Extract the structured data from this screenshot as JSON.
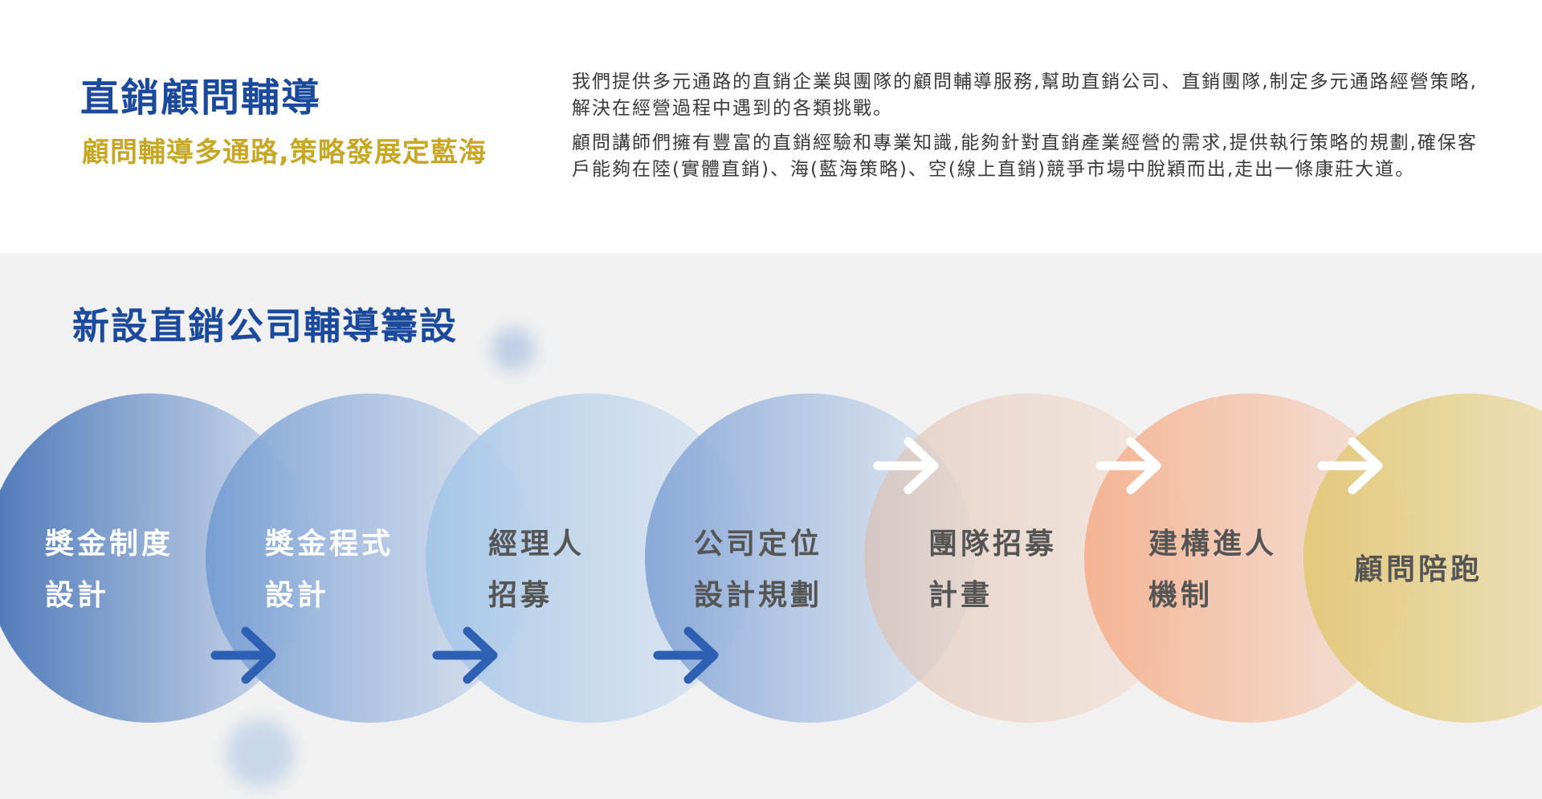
{
  "intro": {
    "title": "直銷顧問輔導",
    "subtitle": "顧問輔導多通路,策略發展定藍海",
    "paragraph1": "我們提供多元通路的直銷企業與團隊的顧問輔導服務,幫助直銷公司、直銷團隊,制定多元通路經營策略,解決在經營過程中遇到的各類挑戰。",
    "paragraph2": "顧問講師們擁有豐富的直銷經驗和專業知識,能夠針對直銷產業經營的需求,提供執行策略的規劃,確保客戶能夠在陸(實體直銷)、海(藍海策略)、空(線上直銷)競爭市場中脫穎而出,走出一條康莊大道。"
  },
  "process": {
    "title": "新設直銷公司輔導籌設",
    "steps": [
      {
        "line1": "獎金制度",
        "line2": "設計"
      },
      {
        "line1": "獎金程式",
        "line2": "設計"
      },
      {
        "line1": "經理人",
        "line2": "招募"
      },
      {
        "line1": "公司定位",
        "line2": "設計規劃"
      },
      {
        "line1": "團隊招募",
        "line2": "計畫"
      },
      {
        "line1": "建構進人",
        "line2": "機制"
      },
      {
        "line1": "顧問陪跑",
        "line2": ""
      }
    ]
  },
  "colors": {
    "primary_blue": "#1b4a9c",
    "accent_gold": "#c6a726",
    "arrow_blue": "#2d5fb2",
    "arrow_white": "#ffffff"
  },
  "icons": {
    "arrow_blue": "arrow-right-icon",
    "arrow_white": "arrow-right-icon"
  }
}
